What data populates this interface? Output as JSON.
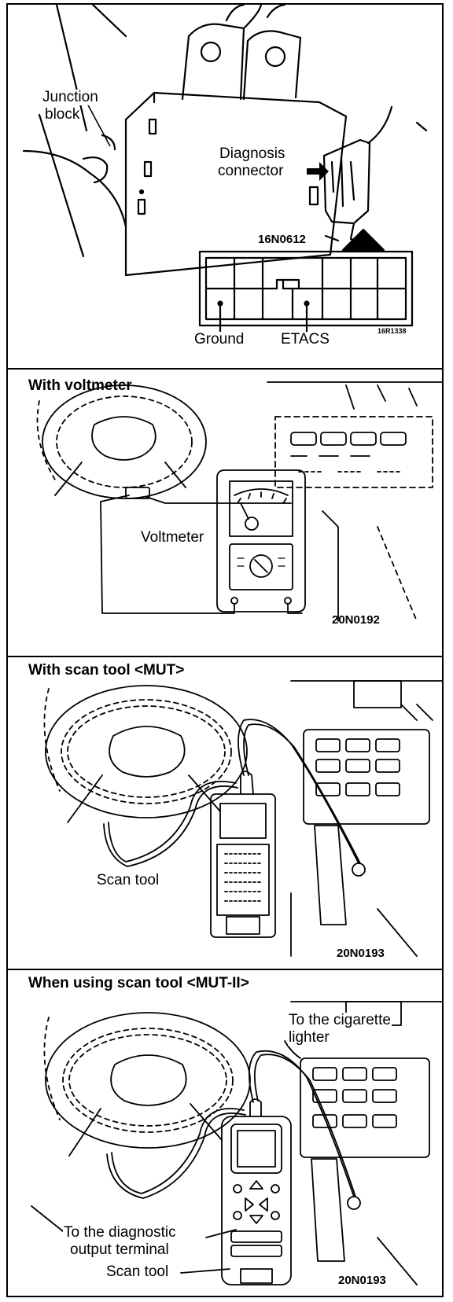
{
  "panel1": {
    "junction_block_label_line1": "Junction",
    "junction_block_label_line2": "block",
    "diagnosis_connector_line1": "Diagnosis",
    "diagnosis_connector_line2": "connector",
    "figure_code": "16N0612",
    "ground_label": "Ground",
    "etacs_label": "ETACS",
    "small_code": "16R1338"
  },
  "panel2": {
    "title": "With voltmeter",
    "voltmeter_label": "Voltmeter",
    "figure_code": "20N0192"
  },
  "panel3": {
    "title": "With scan tool <MUT>",
    "scan_tool_label": "Scan tool",
    "figure_code": "20N0193"
  },
  "panel4": {
    "title": "When using scan tool <MUT-II>",
    "cigarette_line1": "To the cigarette",
    "cigarette_line2": "lighter",
    "diag_terminal_line1": "To the diagnostic",
    "diag_terminal_line2": "output terminal",
    "scan_tool_label": "Scan tool",
    "figure_code": "20N0193"
  },
  "colors": {
    "ink": "#000000",
    "paper": "#ffffff"
  }
}
